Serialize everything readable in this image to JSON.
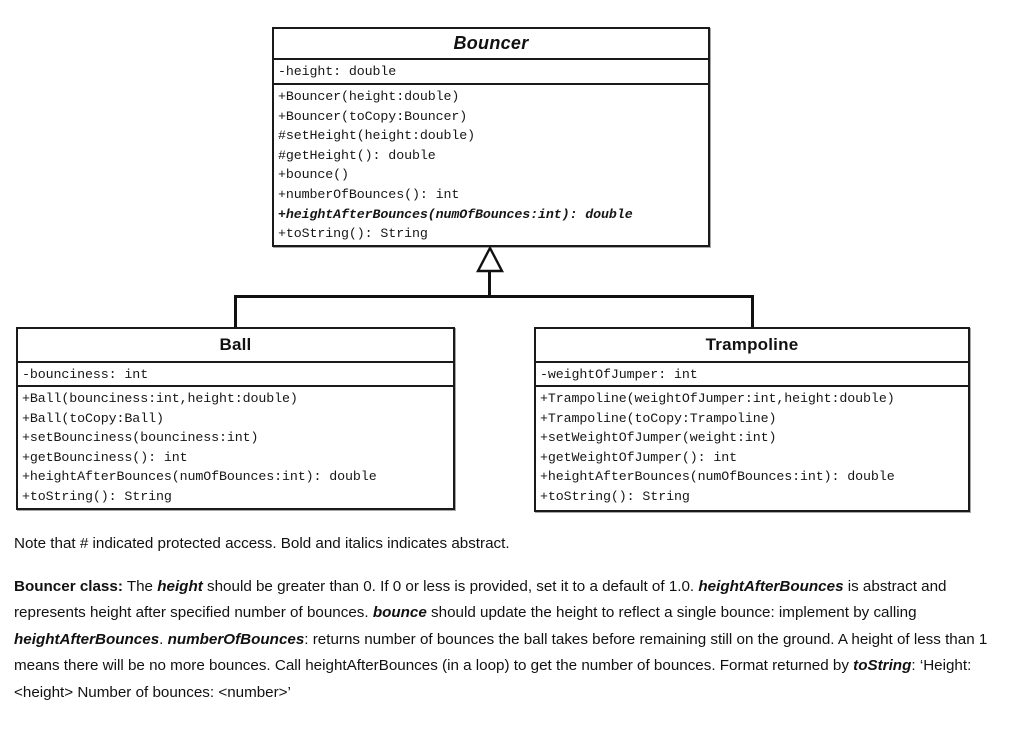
{
  "diagram": {
    "type": "uml-class-diagram",
    "relationship": "generalization",
    "classes": [
      {
        "id": "bouncer",
        "name": "Bouncer",
        "abstract": true,
        "attributes": [
          {
            "text": "-height: double",
            "visibility": "private",
            "abstract": false
          }
        ],
        "methods": [
          {
            "text": "+Bouncer(height:double)",
            "visibility": "public",
            "abstract": false
          },
          {
            "text": "+Bouncer(toCopy:Bouncer)",
            "visibility": "public",
            "abstract": false
          },
          {
            "text": "#setHeight(height:double)",
            "visibility": "protected",
            "abstract": false
          },
          {
            "text": "#getHeight(): double",
            "visibility": "protected",
            "abstract": false
          },
          {
            "text": "+bounce()",
            "visibility": "public",
            "abstract": false
          },
          {
            "text": "+numberOfBounces(): int",
            "visibility": "public",
            "abstract": false
          },
          {
            "text": "+heightAfterBounces(numOfBounces:int): double",
            "visibility": "public",
            "abstract": true
          },
          {
            "text": "+toString(): String",
            "visibility": "public",
            "abstract": false
          }
        ]
      },
      {
        "id": "ball",
        "name": "Ball",
        "abstract": false,
        "attributes": [
          {
            "text": "-bounciness: int",
            "visibility": "private",
            "abstract": false
          }
        ],
        "methods": [
          {
            "text": "+Ball(bounciness:int,height:double)",
            "visibility": "public",
            "abstract": false
          },
          {
            "text": "+Ball(toCopy:Ball)",
            "visibility": "public",
            "abstract": false
          },
          {
            "text": "+setBounciness(bounciness:int)",
            "visibility": "public",
            "abstract": false
          },
          {
            "text": "+getBounciness(): int",
            "visibility": "public",
            "abstract": false
          },
          {
            "text": "+heightAfterBounces(numOfBounces:int): double",
            "visibility": "public",
            "abstract": false
          },
          {
            "text": "+toString(): String",
            "visibility": "public",
            "abstract": false
          }
        ]
      },
      {
        "id": "trampoline",
        "name": "Trampoline",
        "abstract": false,
        "attributes": [
          {
            "text": "-weightOfJumper: int",
            "visibility": "private",
            "abstract": false
          }
        ],
        "methods": [
          {
            "text": "+Trampoline(weightOfJumper:int,height:double)",
            "visibility": "public",
            "abstract": false
          },
          {
            "text": "+Trampoline(toCopy:Trampoline)",
            "visibility": "public",
            "abstract": false
          },
          {
            "text": "+setWeightOfJumper(weight:int)",
            "visibility": "public",
            "abstract": false
          },
          {
            "text": "+getWeightOfJumper(): int",
            "visibility": "public",
            "abstract": false
          },
          {
            "text": "+heightAfterBounces(numOfBounces:int): double",
            "visibility": "public",
            "abstract": false
          },
          {
            "text": "+toString(): String",
            "visibility": "public",
            "abstract": false
          }
        ]
      }
    ]
  },
  "notes": {
    "legend": "Note that # indicated protected access.  Bold and italics indicates abstract.",
    "paragraph_plain": "Bouncer class:  The height should be greater than 0.  If 0 or less is provided, set it to a default of 1.0. heightAfterBounces is abstract and represents height after specified number of bounces. bounce should update the height to reflect a single bounce: implement by calling heightAfterBounces.  numberOfBounces:  returns number of bounces the ball takes before remaining still on the ground.  A height of less than 1 means there will be no more bounces.  Call heightAfterBounces (in a loop) to get the number of bounces. Format returned by toString: ‘Height: <height> Number of bounces: <number>’",
    "runs": [
      {
        "t": "Bouncer class:",
        "s": "b"
      },
      {
        "t": "  The ",
        "s": "n"
      },
      {
        "t": "height",
        "s": "bi"
      },
      {
        "t": " should be greater than 0.  If 0 or less is provided, set it to a default of 1.0. ",
        "s": "n"
      },
      {
        "t": "heightAfterBounces",
        "s": "bi"
      },
      {
        "t": " is abstract and represents height after specified number of bounces. ",
        "s": "n"
      },
      {
        "t": "bounce",
        "s": "bi"
      },
      {
        "t": " should update the height to reflect a single bounce: implement by calling ",
        "s": "n"
      },
      {
        "t": "heightAfterBounces",
        "s": "bi"
      },
      {
        "t": ".  ",
        "s": "n"
      },
      {
        "t": "numberOfBounces",
        "s": "bi"
      },
      {
        "t": ":  returns number of bounces the ball takes before remaining still on the ground.  A height of less than 1 means there will be no more bounces.  Call heightAfterBounces (in a loop) to get the number of bounces. Format returned by ",
        "s": "n"
      },
      {
        "t": "toString",
        "s": "bi"
      },
      {
        "t": ": ‘Height: <height> Number of bounces: <number>’",
        "s": "n"
      }
    ]
  },
  "colors": {
    "background": "#ffffff",
    "line": "#111111",
    "text": "#111111",
    "box_fill": "#ffffff"
  }
}
